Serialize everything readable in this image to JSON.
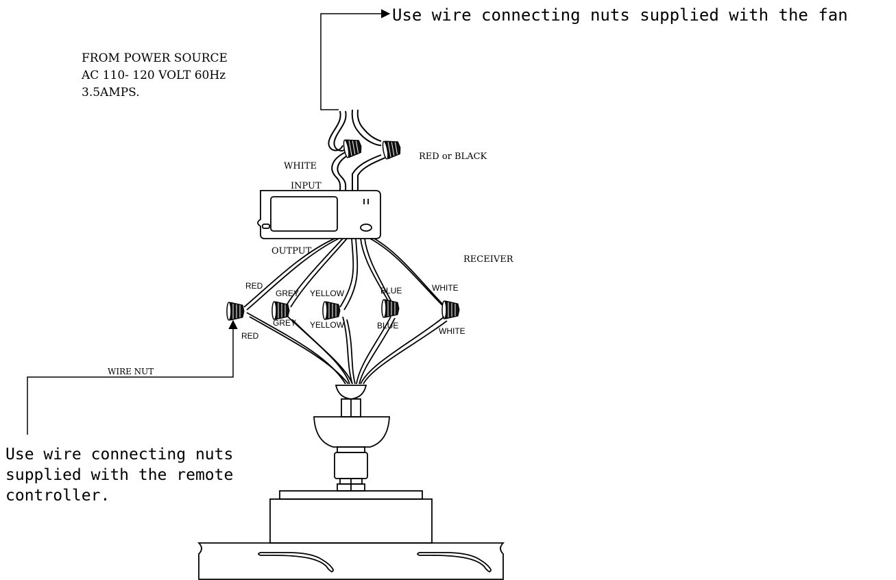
{
  "callouts": {
    "fan_nuts": "Use wire connecting nuts supplied with the fan",
    "power_source": [
      "FROM POWER SOURCE",
      "AC 110- 120 VOLT 60Hz",
      "3.5AMPS."
    ],
    "remote_nuts": [
      "Use wire connecting nuts",
      "supplied with the remote",
      "controller."
    ],
    "wire_nut": "WIRE NUT"
  },
  "receiver": {
    "name": "RECEIVER",
    "input_label": "INPUT",
    "output_label": "OUTPUT"
  },
  "input_wires": {
    "white": "WHITE",
    "red_or_black": "RED or BLACK"
  },
  "output_wires": {
    "upper": [
      "RED",
      "GREY",
      "YELLOW",
      "BLUE",
      "WHITE"
    ],
    "lower": [
      "RED",
      "GREY",
      "YELLOW",
      "BLUE",
      "WHITE"
    ]
  }
}
